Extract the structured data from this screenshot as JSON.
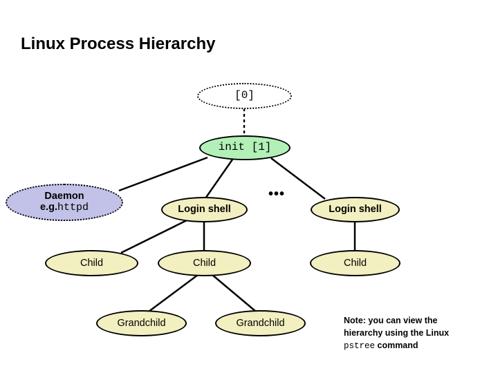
{
  "slide": {
    "title": "Linux Process Hierarchy",
    "background_color": "#ffffff"
  },
  "colors": {
    "node_yellow": "#f2efc0",
    "node_green": "#b3f0b8",
    "node_purple": "#c2c2e8",
    "node_white": "#ffffff",
    "stroke": "#000000",
    "text": "#000000"
  },
  "nodes": {
    "kernel": {
      "label": "[0]",
      "fill": "#ffffff",
      "border_style": "dotted"
    },
    "init": {
      "label": "init [1]",
      "fill": "#b3f0b8",
      "border_style": "solid"
    },
    "daemon": {
      "line1": "Daemon",
      "line2_prefix": "e.g.",
      "line2_command": "httpd",
      "fill": "#c2c2e8",
      "border_style": "dotted"
    },
    "login_shell_left": {
      "label": "Login shell",
      "fill": "#f2efc0",
      "border_style": "solid"
    },
    "login_shell_right": {
      "label": "Login shell",
      "fill": "#f2efc0",
      "border_style": "solid"
    },
    "child_left": {
      "label": "Child",
      "fill": "#f2efc0",
      "border_style": "solid"
    },
    "child_middle": {
      "label": "Child",
      "fill": "#f2efc0",
      "border_style": "solid"
    },
    "child_right": {
      "label": "Child",
      "fill": "#f2efc0",
      "border_style": "solid"
    },
    "grandchild_left": {
      "label": "Grandchild",
      "fill": "#f2efc0",
      "border_style": "solid"
    },
    "grandchild_right": {
      "label": "Grandchild",
      "fill": "#f2efc0",
      "border_style": "solid"
    }
  },
  "ellipsis": {
    "label": "•••"
  },
  "note": {
    "line1": "Note: you can view the",
    "line2": "hierarchy using the Linux",
    "command": "pstree",
    "line3_suffix": " command"
  }
}
